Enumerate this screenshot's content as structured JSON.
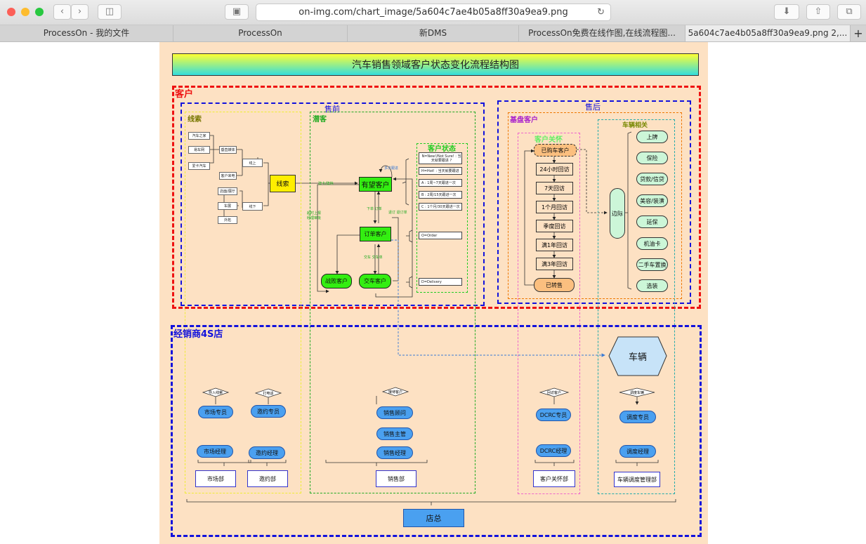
{
  "browser": {
    "url": "on-img.com/chart_image/5a604c7ae4b05a8ff30a9ea9.png",
    "colors": {
      "close": "#fc5f57",
      "minimize": "#fdbc2e",
      "zoom": "#28c840"
    },
    "tabs": [
      {
        "label": "ProcessOn - 我的文件"
      },
      {
        "label": "ProcessOn"
      },
      {
        "label": "新DMS"
      },
      {
        "label": "ProcessOn免费在线作图,在线流程图..."
      },
      {
        "label": "5a604c7ae4b05a8ff30a9ea9.png 2,..."
      }
    ],
    "new_tab": "+"
  },
  "diagram": {
    "title": "汽车销售领域客户状态变化流程结构图",
    "sections": {
      "customer": "客户",
      "presale": "售前",
      "aftersale": "售后",
      "leads": "线索",
      "prospect": "潜客",
      "customer_status": "客户状态",
      "base_customer": "基盘客户",
      "customer_care": "客户关怀",
      "vehicle_related": "车辆相关",
      "dealer": "经销商4S店"
    },
    "lead_sources": {
      "online_left": [
        "汽车之家",
        "易车网",
        "爱卡汽车"
      ],
      "online_mid": [
        "垂直媒体",
        "客户来电"
      ],
      "offline_left": [
        "店面/展厅",
        "车展",
        "外拓"
      ],
      "online": "线上",
      "offline": "线下",
      "lead": "线索"
    },
    "prospect_flow": {
      "potential": "有望客户",
      "order": "订单客户",
      "defeat": "战败客户",
      "delivered": "交车客户",
      "edge_lead_to_potential": "建卡/建档",
      "edge_followup": "多次跟进",
      "edge_order": "下单 订单",
      "edge_cancel": "退订 退订单",
      "edge_defeat": "超时上报 经理审批",
      "edge_delivery": "交车 交车单"
    },
    "status_list": [
      "N=New!/Not Sure! : 当天就要跟进 ?",
      "H=Hot! : 当天就要跟进",
      "A : 1周~7天跟进一次",
      "B : 2周/15天跟进一次",
      "C : 1个月/30天跟进一次",
      "O=Order",
      "D=Delivery"
    ],
    "care_steps": [
      "已购车客户",
      "24小时回访",
      "7天回访",
      "1个月回访",
      "季度回访",
      "满1年回访",
      "满3年回访",
      "已转售"
    ],
    "edge_label": "边际",
    "vehicle_services": [
      "上牌",
      "保险",
      "贷款/信贷",
      "美容/装潢",
      "延保",
      "机油卡",
      "二手车置换",
      "选装"
    ],
    "vehicle": "车辆",
    "roles": {
      "market_spec": "市场专员",
      "invite_spec": "邀约专员",
      "sales_consultant": "销售顾问",
      "sales_supervisor": "销售主管",
      "sales_manager": "销售经理",
      "dcrc_spec": "DCRC专员",
      "dcrc_manager": "DCRC经理",
      "dispatch_spec": "调度专员",
      "dispatch_manager": "调度经理",
      "market_manager": "市场经理",
      "invite_manager": "邀约经理"
    },
    "diamonds": [
      "导入线索",
      "打电话",
      "接待客户",
      "回访客户",
      "调度车辆"
    ],
    "departments": [
      "市场部",
      "邀约部",
      "销售部",
      "客户关怀部",
      "车辆调度管理部"
    ],
    "store": "店总"
  }
}
